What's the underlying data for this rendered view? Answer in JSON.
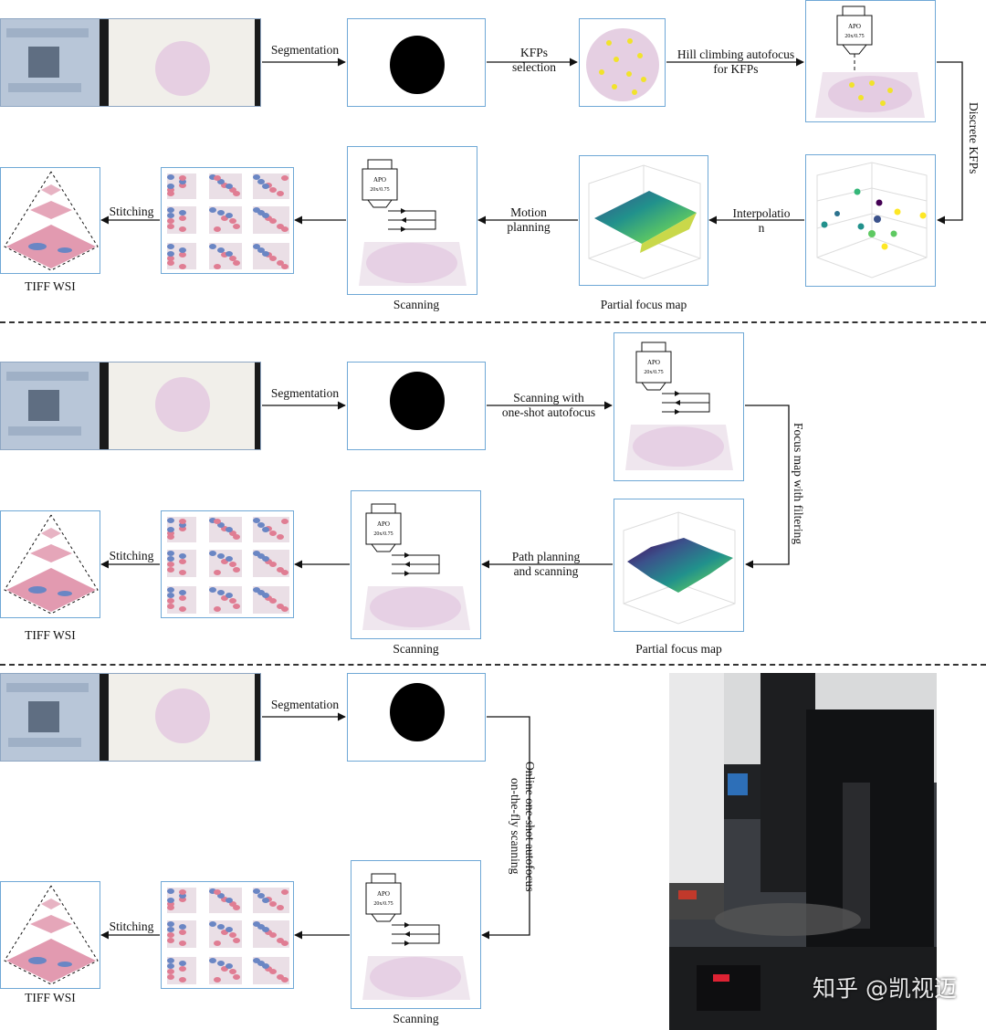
{
  "rows": {
    "r1": {
      "seg": "Segmentation",
      "kfps_sel": [
        "KFPs",
        "selection"
      ],
      "hill": [
        "Hill climbing autofocus",
        "for KFPs"
      ],
      "discrete": "Discrete KFPs",
      "interp": [
        "Interpolatio",
        "n"
      ],
      "partial": "Partial focus map",
      "motion": [
        "Motion",
        "planning"
      ],
      "scanning": "Scanning",
      "stitch": "Stitching",
      "tiff": "TIFF WSI"
    },
    "r2": {
      "seg": "Segmentation",
      "scan_os": [
        "Scanning with",
        "one-shot autofocus"
      ],
      "focusmap": "Focus map with filtering",
      "partial": "Partial focus map",
      "path": [
        "Path planning",
        "and scanning"
      ],
      "scanning": "Scanning",
      "stitch": "Stitching",
      "tiff": "TIFF WSI"
    },
    "r3": {
      "seg": "Segmentation",
      "online": [
        "Online one-shot autofocus",
        "on-the-fly scanning"
      ],
      "scanning": "Scanning",
      "stitch": "Stitching",
      "tiff": "TIFF WSI"
    }
  },
  "objective": {
    "line1": "APO",
    "line2": "20x/0.75"
  },
  "watermark": "知乎 @凯视迈",
  "colors": {
    "border": "#6fa8d6",
    "mask": "#000000",
    "slide": "#e8d6e6",
    "viridis_lo": "#440154",
    "viridis_hi": "#fde725",
    "cell": "#e07d93"
  }
}
